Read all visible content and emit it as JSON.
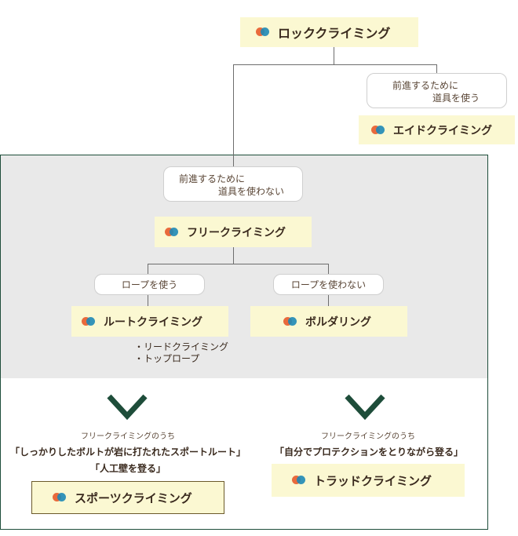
{
  "nodes": {
    "rock": "ロッククライミング",
    "aid_condition_line1": "前進するために",
    "aid_condition_line2": "道具を使う",
    "aid": "エイドクライミング",
    "free_condition_line1": "前進するために",
    "free_condition_line2": "道具を使わない",
    "free": "フリークライミング",
    "rope_condition": "ロープを使う",
    "norope_condition": "ロープを使わない",
    "route": "ルートクライミング",
    "bouldering": "ボルダリング",
    "route_types": [
      "・リードクライミング",
      "・トップロープ"
    ],
    "sport_caption": "フリークライミングのうち",
    "sport_quote1": "「しっかりしたボルトが岩に打たれたスポートルート」",
    "sport_quote2": "「人工壁を登る」",
    "sport": "スポーツクライミング",
    "trad_caption": "フリークライミングのうち",
    "trad_quote1": "「自分でプロテクションをとりながら登る」",
    "trad": "トラッドクライミング"
  },
  "colors": {
    "term_bg": "#fbf8d2",
    "panel_bg": "#e9e9e9",
    "frame": "#1e4d3a",
    "chevron": "#1e4d3a",
    "dot_red": "#e96a3c",
    "dot_blue": "#1e88b6"
  }
}
